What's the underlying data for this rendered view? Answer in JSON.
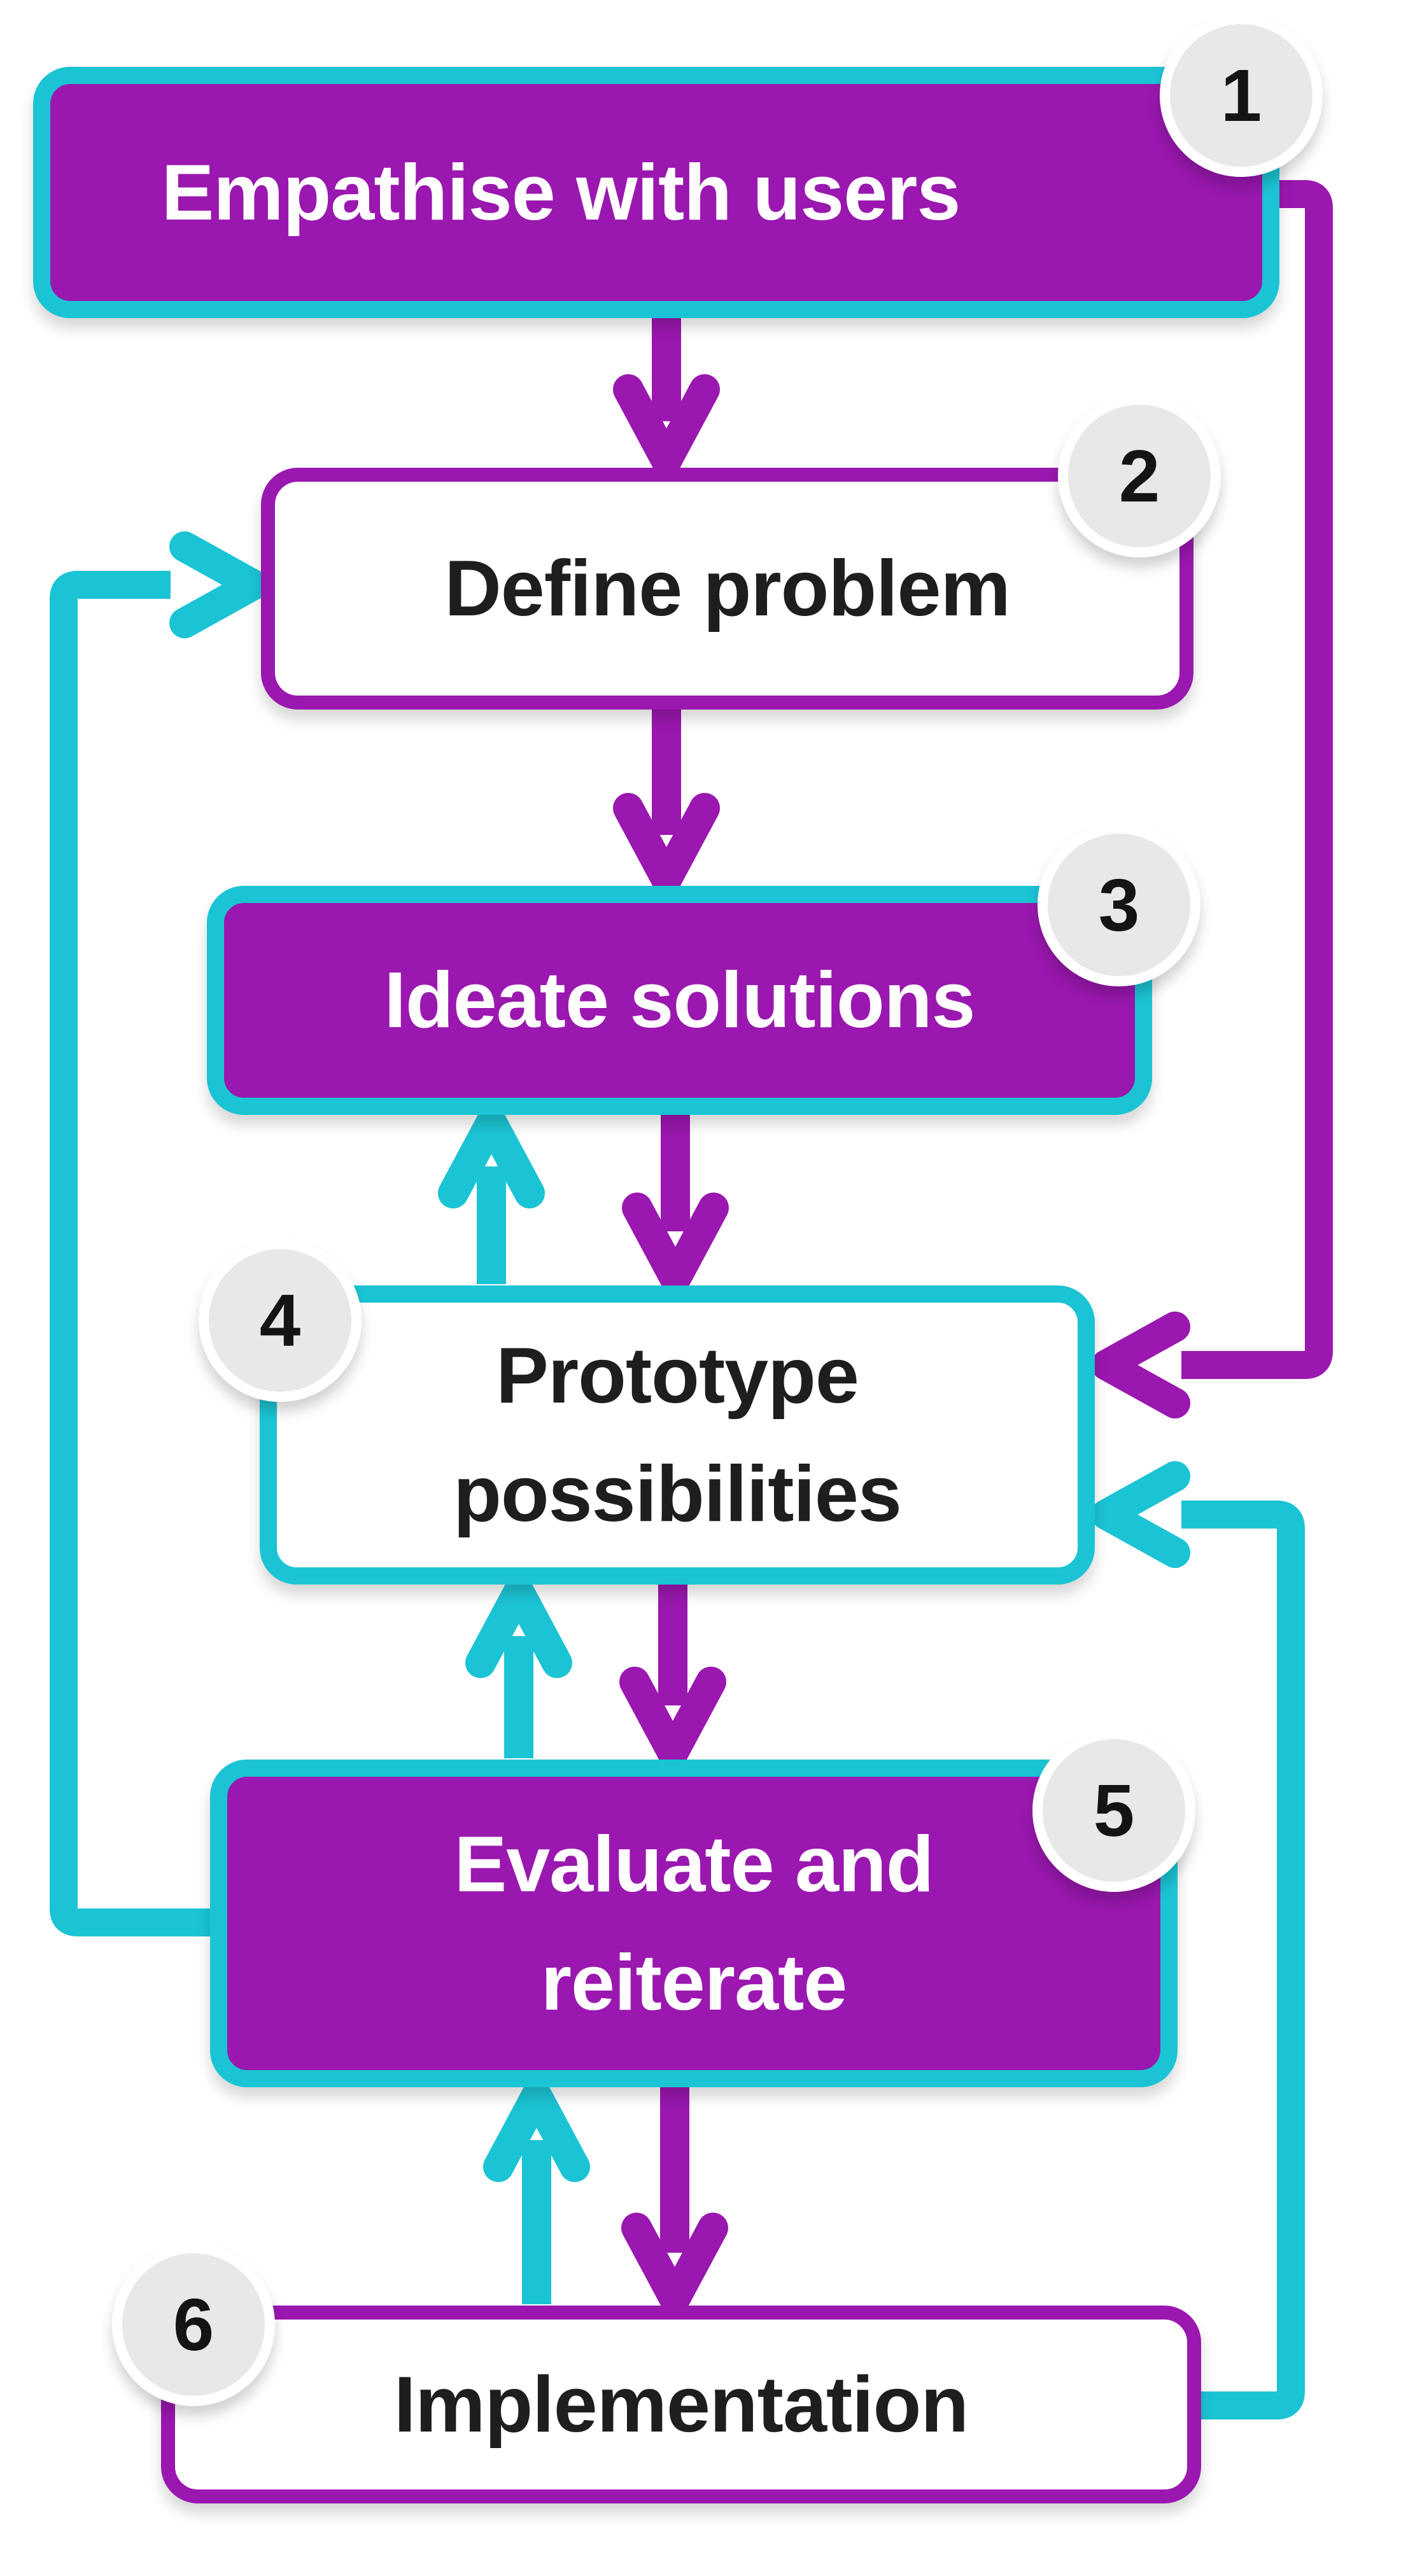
{
  "colors": {
    "purple": "#9A18AF",
    "cyan": "#1BC4D4",
    "badge": "#E8E8E8",
    "badge_ring": "#FFFFFF",
    "dark": "#1E1E1E",
    "white": "#FFFFFF"
  },
  "steps": [
    {
      "number": "1",
      "label": "Empathise with users",
      "variant": "purple-fill",
      "badge_position": "top-right"
    },
    {
      "number": "2",
      "label": "Define problem",
      "variant": "white-purple-border",
      "badge_position": "top-right"
    },
    {
      "number": "3",
      "label": "Ideate solutions",
      "variant": "purple-fill",
      "badge_position": "top-right"
    },
    {
      "number": "4",
      "label": "Prototype possibilities",
      "variant": "white-cyan-border",
      "badge_position": "top-left"
    },
    {
      "number": "5",
      "label": "Evaluate and reiterate",
      "variant": "purple-fill",
      "badge_position": "top-right"
    },
    {
      "number": "6",
      "label": "Implementation",
      "variant": "white-purple-border",
      "badge_position": "top-left"
    }
  ],
  "connections": [
    {
      "from": "1",
      "to": "2",
      "color": "purple",
      "route": "straight-down"
    },
    {
      "from": "2",
      "to": "3",
      "color": "purple",
      "route": "straight-down"
    },
    {
      "from": "3",
      "to": "4",
      "color": "purple",
      "route": "straight-down"
    },
    {
      "from": "4",
      "to": "3",
      "color": "cyan",
      "route": "straight-up"
    },
    {
      "from": "4",
      "to": "5",
      "color": "purple",
      "route": "straight-down"
    },
    {
      "from": "5",
      "to": "4",
      "color": "cyan",
      "route": "straight-up"
    },
    {
      "from": "5",
      "to": "6",
      "color": "purple",
      "route": "straight-down"
    },
    {
      "from": "6",
      "to": "5",
      "color": "cyan",
      "route": "straight-up"
    },
    {
      "from": "1",
      "to": "4",
      "color": "purple",
      "route": "right-side-loop"
    },
    {
      "from": "6",
      "to": "4",
      "color": "cyan",
      "route": "right-side-loop"
    },
    {
      "from": "5",
      "to": "2",
      "color": "cyan",
      "route": "left-side-loop"
    }
  ]
}
